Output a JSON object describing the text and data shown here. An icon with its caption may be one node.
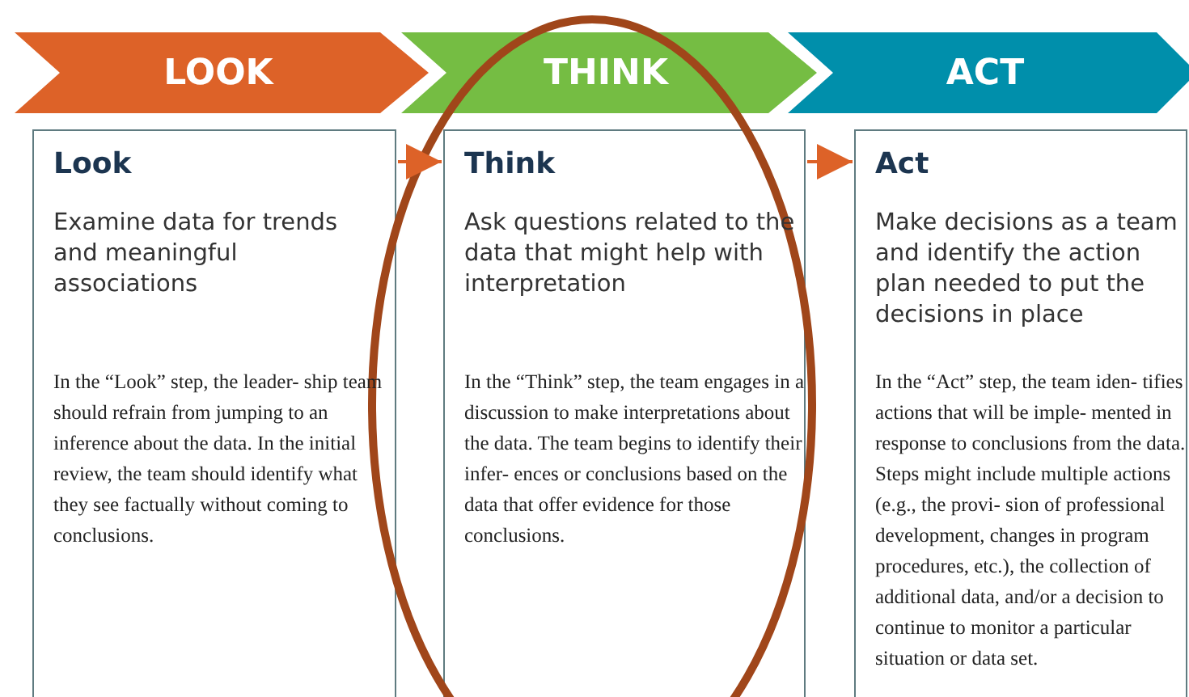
{
  "diagram": {
    "nodes": [
      {
        "text": [
          "LOOK"
        ]
      },
      {
        "text": [
          "THINK"
        ]
      },
      {
        "text": [
          "ACT"
        ]
      },
      {
        "text": [
          "Look",
          "Examine data for trends and meaningful associations",
          "In the “Look” step, the leader- ship team should refrain from jumping to an inference about the data. In the initial review, the team should identify what they see factually without coming to conclusions."
        ]
      },
      {
        "text": [
          "Think",
          "Ask questions related to the data that might help with interpretation",
          "In the “Think” step, the team engages in a discussion to make interpretations about the data. The team begins to identify their infer- ences or conclusions based on the data that offer evidence for those conclusions."
        ]
      },
      {
        "text": [
          "Act",
          "Make decisions as a team and identify the action plan needed to put the decisions in place",
          "In the “Act” step, the team iden- tifies actions that will be imple- mented in response to conclusions from the data. Steps might include multiple actions (e.g., the provi- sion of professional development, changes in program procedures, etc.), the collection of additional data, and/or a decision to continue to monitor a particular situation or data set."
        ]
      }
    ],
    "edges": [
      {
        "from": 3,
        "to": 4,
        "arrow": "to",
        "color": "#dd6228"
      },
      {
        "from": 4,
        "to": 5,
        "arrow": "to",
        "color": "#dd6228"
      }
    ]
  }
}
